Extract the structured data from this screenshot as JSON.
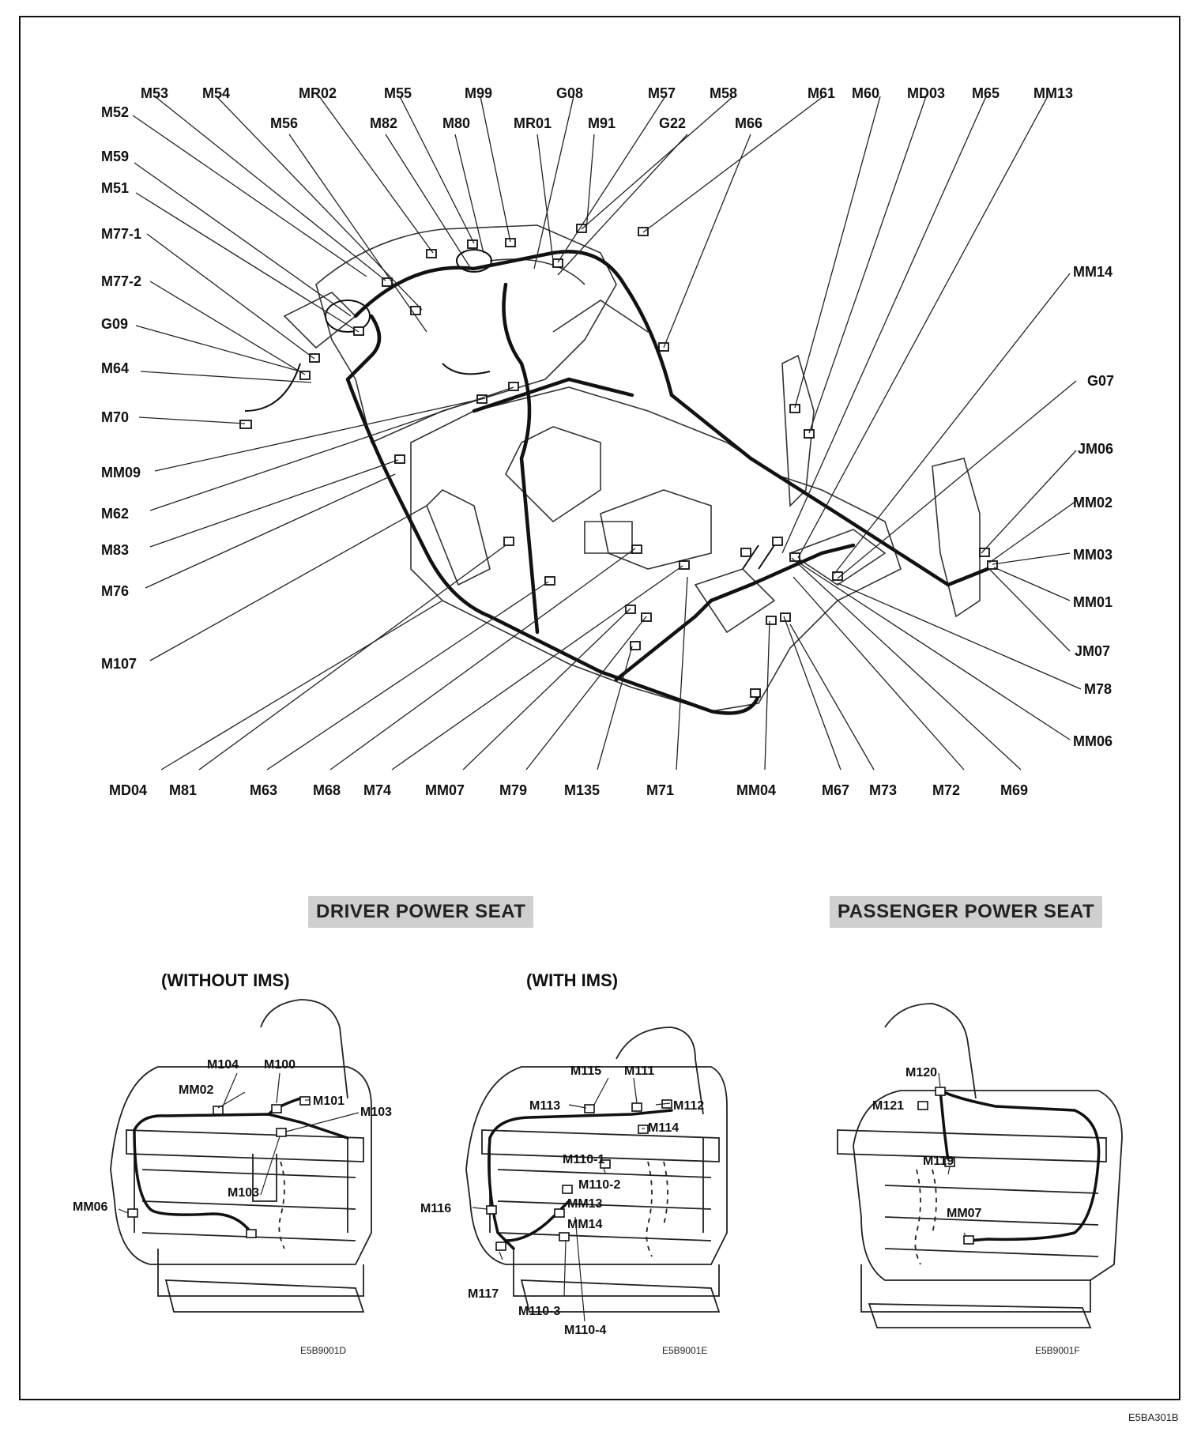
{
  "main_labels": {
    "m53": "M53",
    "m54": "M54",
    "mr02": "MR02",
    "m55": "M55",
    "m99": "M99",
    "g08": "G08",
    "m57": "M57",
    "m58": "M58",
    "m61": "M61",
    "m60": "M60",
    "md03": "MD03",
    "m65": "M65",
    "mm13": "MM13",
    "m52": "M52",
    "m56": "M56",
    "m82": "M82",
    "m80": "M80",
    "mr01": "MR01",
    "m91": "M91",
    "g22": "G22",
    "m66": "M66",
    "m59": "M59",
    "m51": "M51",
    "m77_1": "M77-1",
    "m77_2": "M77-2",
    "g09": "G09",
    "m64": "M64",
    "m70": "M70",
    "mm09": "MM09",
    "m62": "M62",
    "m83": "M83",
    "m76": "M76",
    "m107": "M107",
    "mm14": "MM14",
    "g07": "G07",
    "jm06": "JM06",
    "mm02": "MM02",
    "mm03": "MM03",
    "mm01": "MM01",
    "jm07": "JM07",
    "m78": "M78",
    "mm06": "MM06",
    "md04": "MD04",
    "m81": "M81",
    "m63": "M63",
    "m68": "M68",
    "m74": "M74",
    "mm07": "MM07",
    "m79": "M79",
    "m135": "M135",
    "m71": "M71",
    "mm04": "MM04",
    "m67": "M67",
    "m73": "M73",
    "m72": "M72",
    "m69": "M69"
  },
  "sections": {
    "driver_seat": "DRIVER POWER SEAT",
    "passenger_seat": "PASSENGER POWER SEAT",
    "without_ims": "(WITHOUT IMS)",
    "with_ims": "(WITH IMS)"
  },
  "seat1_labels": {
    "m104": "M104",
    "m100": "M100",
    "mm02": "MM02",
    "m101": "M101",
    "m103a": "M103",
    "m103b": "M103",
    "mm06": "MM06",
    "code": "E5B9001D"
  },
  "seat2_labels": {
    "m115": "M115",
    "m111": "M111",
    "m113": "M113",
    "m112": "M112",
    "m114": "M114",
    "m110_1": "M110-1",
    "m110_2": "M110-2",
    "m116": "M116",
    "mm13": "MM13",
    "mm14": "MM14",
    "m117": "M117",
    "m110_3": "M110-3",
    "m110_4": "M110-4",
    "code": "E5B9001E"
  },
  "seat3_labels": {
    "m120": "M120",
    "m121": "M121",
    "m119": "M119",
    "mm07": "MM07",
    "code": "E5B9001F"
  },
  "figure_code": "E5BA301B"
}
